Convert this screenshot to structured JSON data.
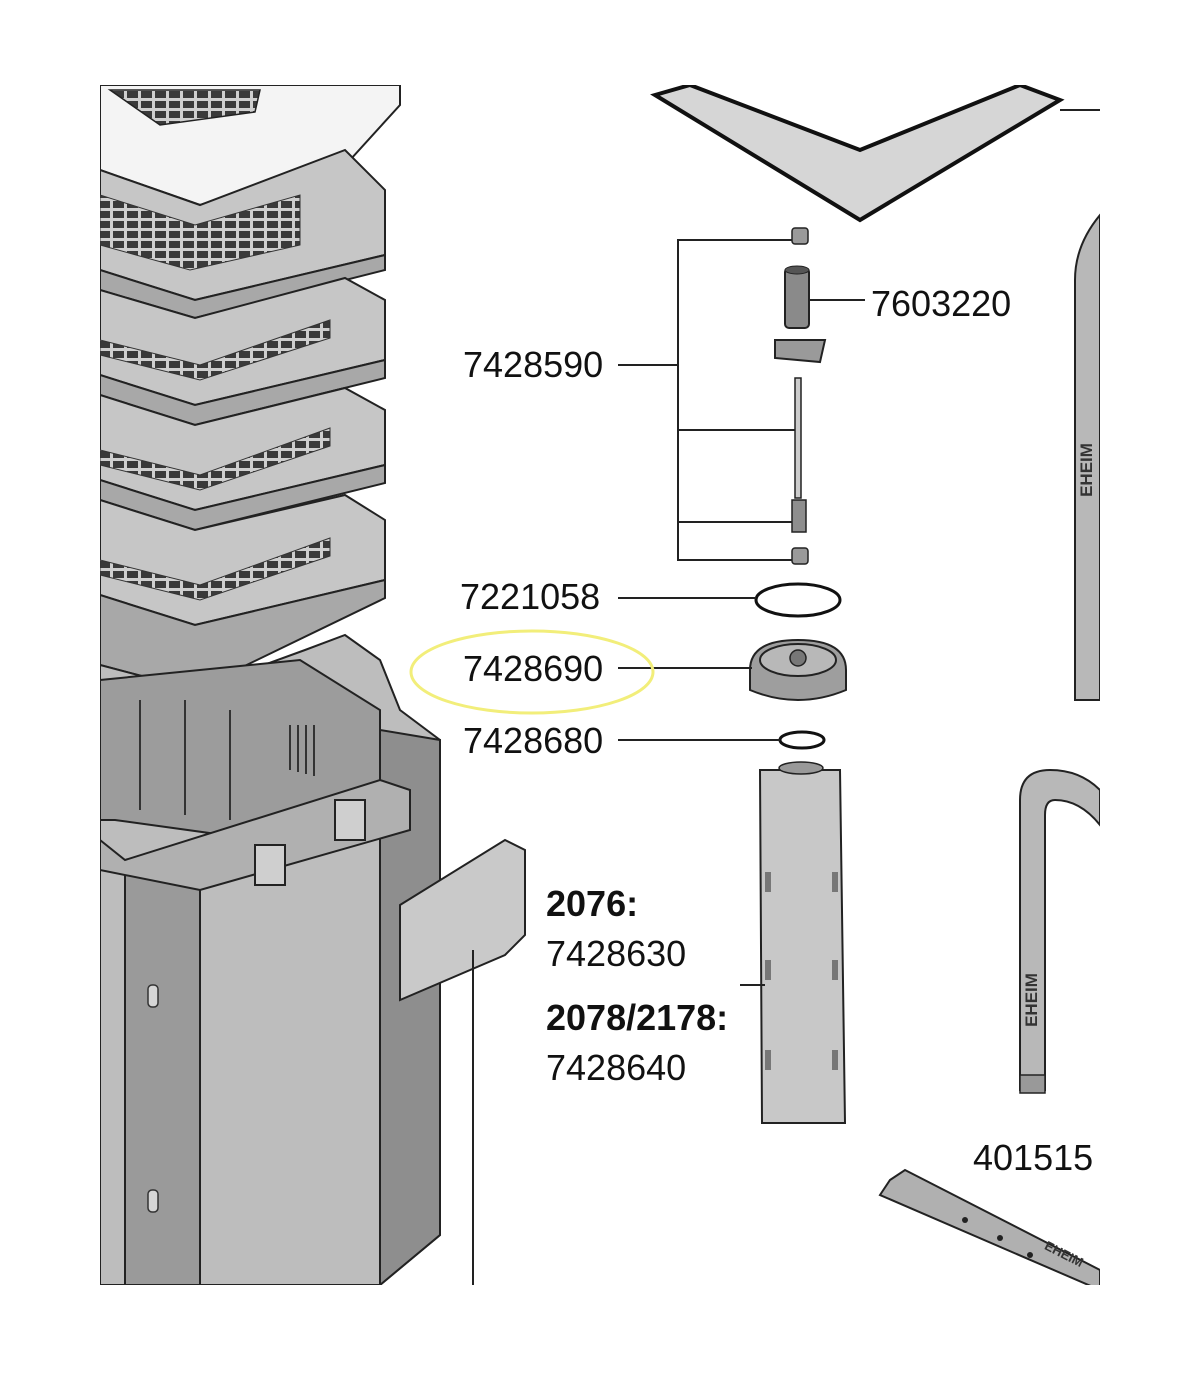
{
  "parts": {
    "impeller_set": "7428590",
    "impeller": "7603220",
    "o_ring_large": "7221058",
    "pump_cover": "7428690",
    "o_ring_small": "7428680",
    "model_a": "2076:",
    "model_a_part": "7428630",
    "model_b": "2078/2178:",
    "model_b_part": "7428640",
    "tube_part": "401515"
  },
  "branding": {
    "tube_text": "EHEIM"
  },
  "colors": {
    "highlight": "#f2ee7a",
    "filter_body": "#c8c8c8",
    "filter_dark": "#8e8e8e",
    "outline": "#222222",
    "label": "#111111"
  }
}
